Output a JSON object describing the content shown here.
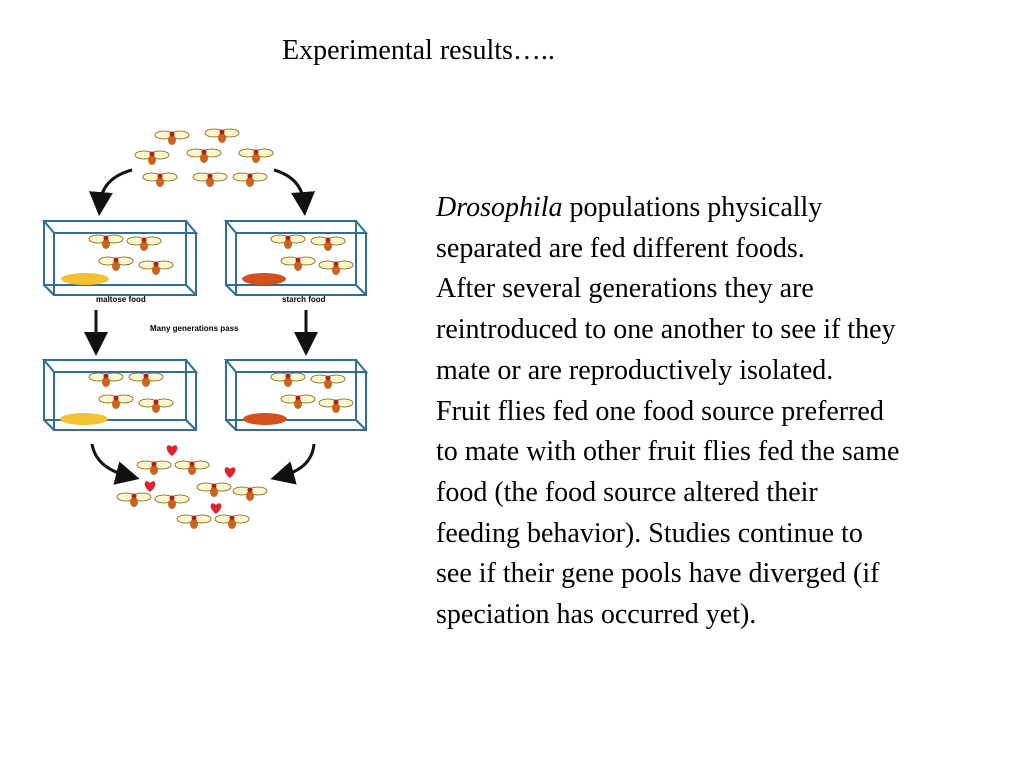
{
  "title": "Experimental results…..",
  "diagram": {
    "label_left_box": "maltose food",
    "label_right_box": "starch food",
    "label_middle": "Many generations pass",
    "colors": {
      "box_stroke": "#2f6f95",
      "maltose_food": "#f2c230",
      "starch_food": "#d4501c",
      "arrow": "#111111",
      "heart": "#e0242f",
      "fly_wing": "#fff6cc",
      "fly_body": "#c8641e"
    }
  },
  "text": {
    "line1_italic": "Drosophila",
    "line1_rest": " populations physically",
    "line2": "separated are fed different foods.",
    "line3": "After several generations they are",
    "line4": "reintroduced to one another to see if they",
    "line5": "mate or are reproductively isolated.",
    "line6": "Fruit flies fed one food source preferred",
    "line7": "to mate with other fruit flies fed the same",
    "line8": "food (the food source altered their",
    "line9": "feeding behavior).  Studies continue to",
    "line10": "see if their gene pools have diverged (if",
    "line11": "speciation has occurred yet)."
  }
}
